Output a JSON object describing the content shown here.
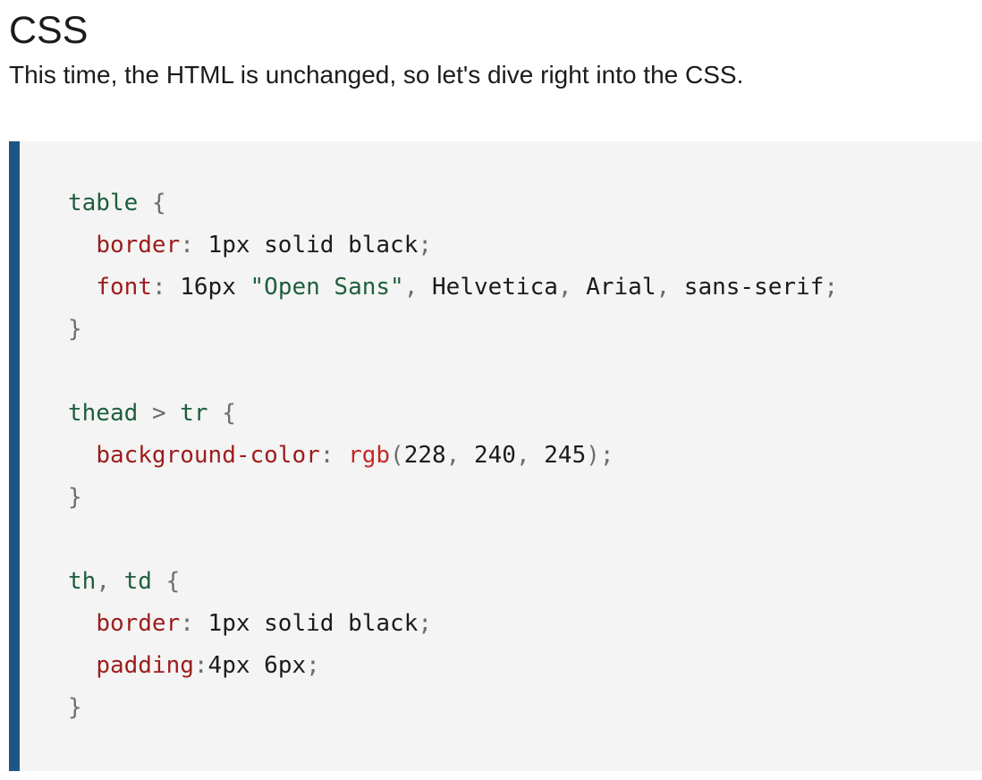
{
  "section": {
    "heading": "CSS",
    "intro": "This time, the HTML is unchanged, so let's dive right into the CSS."
  },
  "code": {
    "lines": [
      [
        {
          "t": "sel",
          "v": "table"
        },
        {
          "t": "val",
          "v": " "
        },
        {
          "t": "punc",
          "v": "{"
        }
      ],
      [
        {
          "t": "val",
          "v": "  "
        },
        {
          "t": "prop",
          "v": "border"
        },
        {
          "t": "punc",
          "v": ":"
        },
        {
          "t": "val",
          "v": " 1px solid black"
        },
        {
          "t": "punc",
          "v": ";"
        }
      ],
      [
        {
          "t": "val",
          "v": "  "
        },
        {
          "t": "prop",
          "v": "font"
        },
        {
          "t": "punc",
          "v": ":"
        },
        {
          "t": "val",
          "v": " 16px "
        },
        {
          "t": "str",
          "v": "\"Open Sans\""
        },
        {
          "t": "punc",
          "v": ","
        },
        {
          "t": "val",
          "v": " Helvetica"
        },
        {
          "t": "punc",
          "v": ","
        },
        {
          "t": "val",
          "v": " Arial"
        },
        {
          "t": "punc",
          "v": ","
        },
        {
          "t": "val",
          "v": " sans-serif"
        },
        {
          "t": "punc",
          "v": ";"
        }
      ],
      [
        {
          "t": "punc",
          "v": "}"
        }
      ],
      [],
      [
        {
          "t": "sel",
          "v": "thead"
        },
        {
          "t": "val",
          "v": " "
        },
        {
          "t": "punc",
          "v": ">"
        },
        {
          "t": "val",
          "v": " "
        },
        {
          "t": "sel",
          "v": "tr"
        },
        {
          "t": "val",
          "v": " "
        },
        {
          "t": "punc",
          "v": "{"
        }
      ],
      [
        {
          "t": "val",
          "v": "  "
        },
        {
          "t": "prop",
          "v": "background-color"
        },
        {
          "t": "punc",
          "v": ":"
        },
        {
          "t": "val",
          "v": " "
        },
        {
          "t": "fn",
          "v": "rgb"
        },
        {
          "t": "punc",
          "v": "("
        },
        {
          "t": "val",
          "v": "228"
        },
        {
          "t": "punc",
          "v": ","
        },
        {
          "t": "val",
          "v": " 240"
        },
        {
          "t": "punc",
          "v": ","
        },
        {
          "t": "val",
          "v": " 245"
        },
        {
          "t": "punc",
          "v": ")"
        },
        {
          "t": "punc",
          "v": ";"
        }
      ],
      [
        {
          "t": "punc",
          "v": "}"
        }
      ],
      [],
      [
        {
          "t": "sel",
          "v": "th"
        },
        {
          "t": "punc",
          "v": ","
        },
        {
          "t": "val",
          "v": " "
        },
        {
          "t": "sel",
          "v": "td"
        },
        {
          "t": "val",
          "v": " "
        },
        {
          "t": "punc",
          "v": "{"
        }
      ],
      [
        {
          "t": "val",
          "v": "  "
        },
        {
          "t": "prop",
          "v": "border"
        },
        {
          "t": "punc",
          "v": ":"
        },
        {
          "t": "val",
          "v": " 1px solid black"
        },
        {
          "t": "punc",
          "v": ";"
        }
      ],
      [
        {
          "t": "val",
          "v": "  "
        },
        {
          "t": "prop",
          "v": "padding"
        },
        {
          "t": "punc",
          "v": ":"
        },
        {
          "t": "val",
          "v": "4px 6px"
        },
        {
          "t": "punc",
          "v": ";"
        }
      ],
      [
        {
          "t": "punc",
          "v": "}"
        }
      ]
    ]
  },
  "colors": {
    "accent_bar": "#1f5585",
    "code_background": "#f4f4f4",
    "selector": "#1e5e3c",
    "property": "#9d1c1c",
    "function": "#c22a24",
    "punctuation": "#6d6d6d"
  }
}
